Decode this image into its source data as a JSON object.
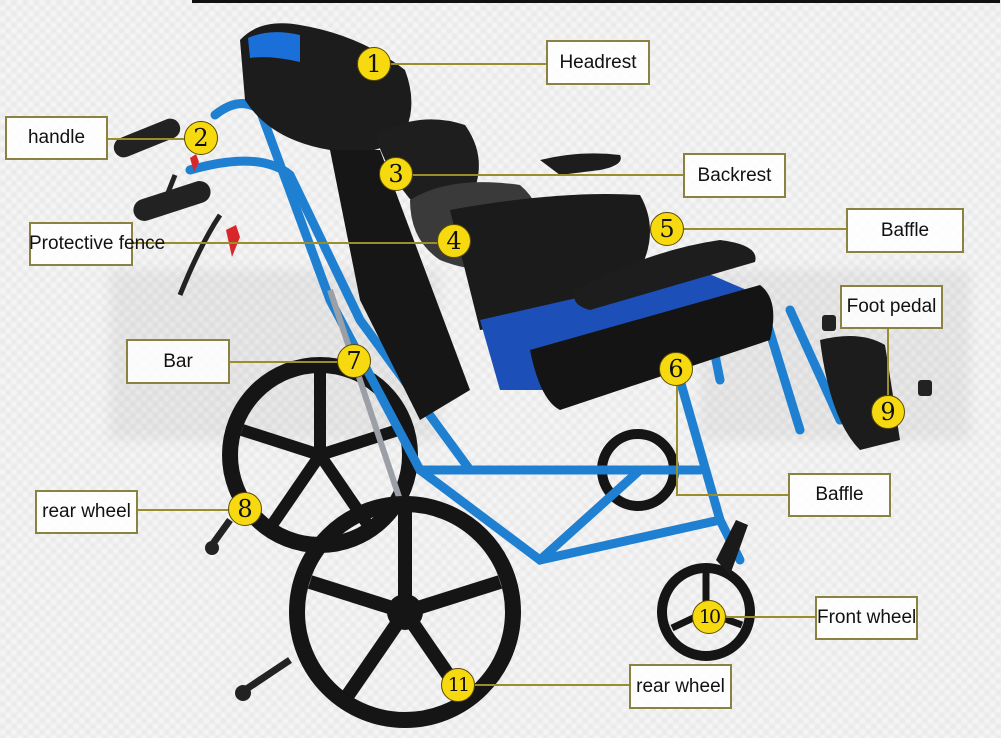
{
  "diagram": {
    "subject": "Reclining wheelchair with labeled parts",
    "colors": {
      "badge_fill": "#f6d90e",
      "leader_line": "#9a8d2e",
      "label_border": "#8a8240",
      "frame_blue": "#1f7fd1",
      "seat_blue": "#1d4fb8",
      "cushion_black": "#1a1a1a"
    },
    "callouts": [
      {
        "number": "1",
        "label": "Headrest"
      },
      {
        "number": "2",
        "label": "handle"
      },
      {
        "number": "3",
        "label": "Backrest"
      },
      {
        "number": "4",
        "label": "Protective fence"
      },
      {
        "number": "5",
        "label": "Baffle"
      },
      {
        "number": "6",
        "label": "Baffle"
      },
      {
        "number": "7",
        "label": "Bar"
      },
      {
        "number": "8",
        "label": "rear wheel"
      },
      {
        "number": "9",
        "label": "Foot pedal"
      },
      {
        "number": "10",
        "label": "Front wheel"
      },
      {
        "number": "11",
        "label": "rear wheel"
      }
    ]
  }
}
